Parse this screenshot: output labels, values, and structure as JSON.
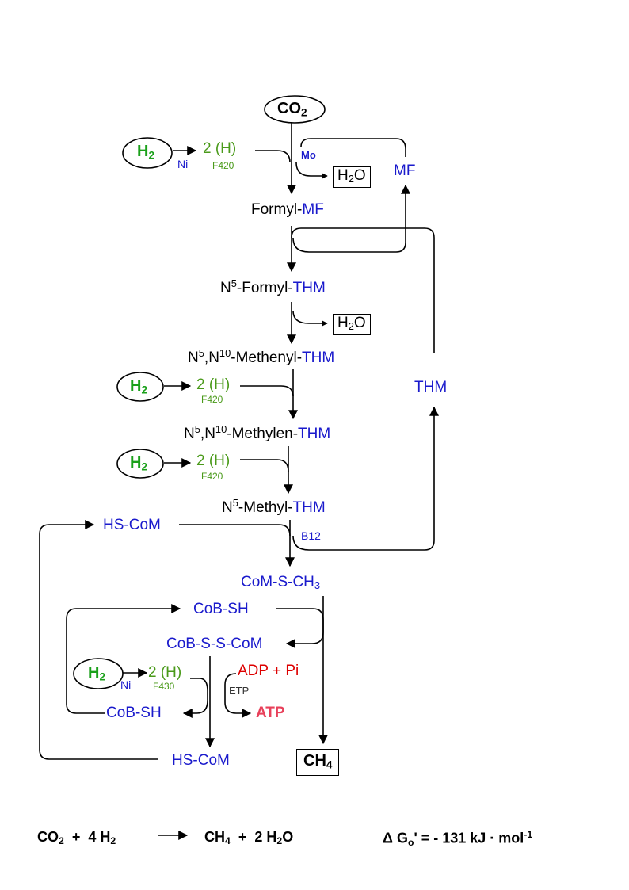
{
  "nodes": {
    "co2": "CO",
    "co2_sub": "2",
    "mo": "Mo",
    "mf_right": "MF",
    "formyl_mf_a": "Formyl-",
    "formyl_mf_b": "MF",
    "n5_sup": "5",
    "n10_sup": "10",
    "n5_formyl_a": "N",
    "n5_formyl_b": "-Formyl-",
    "thm": "THM",
    "methenyl_a": "N",
    "methenyl_b": ",N",
    "methenyl_c": "-Methenyl-",
    "methylen_c": "-Methylen-",
    "methyl_b": "-Methyl-",
    "thm_right": "THM",
    "hs_com": "HS-CoM",
    "b12": "B12",
    "com_s_ch3": "CoM-S-CH",
    "com_s_ch3_sub": "3",
    "cob_sh": "CoB-SH",
    "cob_s_s_com": "CoB-S-S-CoM",
    "adp_pi": "ADP + Pi",
    "etp": "ETP",
    "atp": "ATP",
    "ch4": "CH",
    "ch4_sub": "4",
    "h2o": "H",
    "h2o_sub": "2",
    "h2o_o": "O"
  },
  "hydrogen": {
    "h2": "H",
    "h2_sub": "2",
    "two_h": "2 (H)",
    "ni": "Ni",
    "f420": "F420",
    "f430": "F430"
  },
  "equation": {
    "co2": "CO",
    "co2_sub": "2",
    "plus1": "+",
    "h2_coef": "4 H",
    "h2_sub": "2",
    "ch4": "CH",
    "ch4_sub": "4",
    "plus2": "+",
    "h2o_coef": "2  H",
    "h2o_sub": "2",
    "h2o_o": "O",
    "delta_g": "Δ G",
    "delta_g_sub": "o",
    "delta_g_rest": "' = - 131 kJ · mol",
    "unit_sup": "-1"
  },
  "colors": {
    "cofactor": "#1a1acc",
    "hydrogen": "#4a9a1a",
    "adp": "#dd0000",
    "atp": "#e8405a"
  }
}
